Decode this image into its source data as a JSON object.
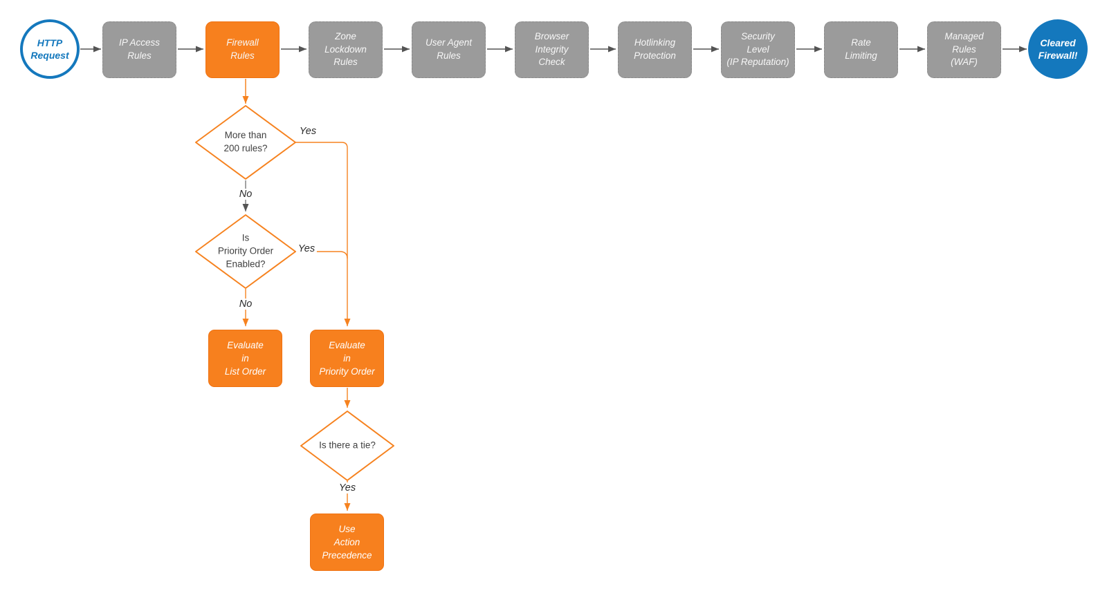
{
  "pipeline": {
    "start_label": "HTTP\nRequest",
    "stages": [
      {
        "label": "IP Access\nRules",
        "state": "default"
      },
      {
        "label": "Firewall\nRules",
        "state": "active"
      },
      {
        "label": "Zone\nLockdown\nRules",
        "state": "default"
      },
      {
        "label": "User Agent\nRules",
        "state": "default"
      },
      {
        "label": "Browser\nIntegrity\nCheck",
        "state": "default"
      },
      {
        "label": "Hotlinking\nProtection",
        "state": "default"
      },
      {
        "label": "Security\nLevel\n(IP Reputation)",
        "state": "default"
      },
      {
        "label": "Rate\nLimiting",
        "state": "default"
      },
      {
        "label": "Managed\nRules\n(WAF)",
        "state": "default"
      }
    ],
    "end_label": "Cleared\nFirewall!"
  },
  "branch": {
    "decisions": [
      {
        "label": "More than\n200 rules?"
      },
      {
        "label": "Is\nPriority Order\nEnabled?"
      },
      {
        "label": "Is there a tie?"
      }
    ],
    "actions": [
      {
        "label": "Evaluate\nin\nList Order"
      },
      {
        "label": "Evaluate\nin\nPriority Order"
      },
      {
        "label": "Use\nAction\nPrecedence"
      }
    ],
    "edge_labels": {
      "more_rules_yes": "Yes",
      "more_rules_no": "No",
      "priority_enabled_yes": "Yes",
      "priority_enabled_no": "No",
      "tie_yes": "Yes"
    }
  },
  "colors": {
    "accent_orange": "#F6821F",
    "stage_gray": "#9B9B9B",
    "brand_blue": "#1478BD",
    "connector_gray": "#545454"
  }
}
